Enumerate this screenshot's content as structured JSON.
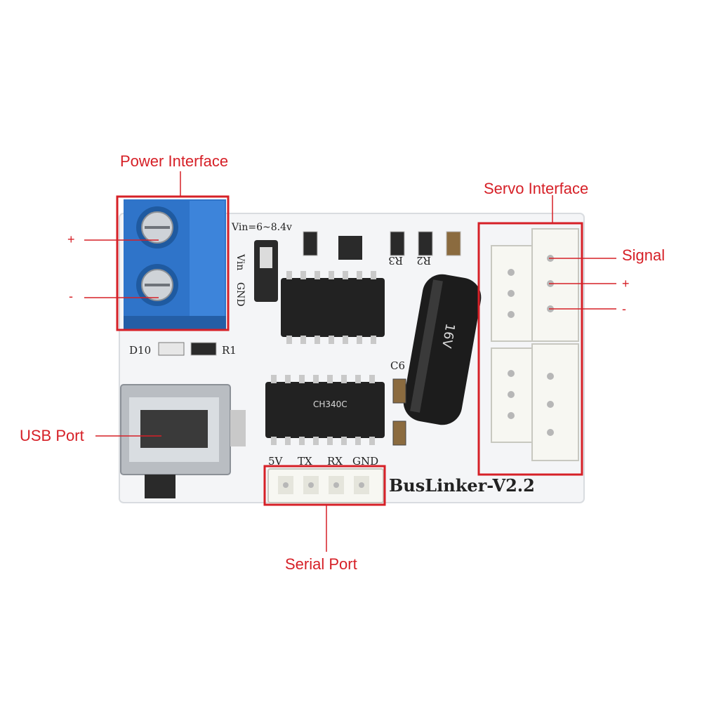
{
  "colors": {
    "annotation": "#d62027",
    "pcb": "#f4f5f7",
    "terminal_block": "#2f74c9",
    "ic": "#222222",
    "connector": "#f7f7f2"
  },
  "callouts": {
    "power_interface": "Power Interface",
    "servo_interface": "Servo Interface",
    "signal": "Signal",
    "servo_plus": "+",
    "servo_minus": "-",
    "power_plus": "+",
    "power_minus": "-",
    "usb_port": "USB Port",
    "serial_port": "Serial Port"
  },
  "silkscreen": {
    "vin_range": "Vin=6~8.4v",
    "vin": "Vin",
    "gnd": "GND",
    "d10": "D10",
    "r1": "R1",
    "r3": "R3",
    "r2": "R2",
    "c6": "C6",
    "pin_5v": "5V",
    "pin_tx": "TX",
    "pin_rx": "RX",
    "pin_gnd": "GND",
    "board_name": "BusLinker-V2.2"
  },
  "components": {
    "capacitor_voltage": "16V",
    "usb_chip": "CH340C"
  }
}
